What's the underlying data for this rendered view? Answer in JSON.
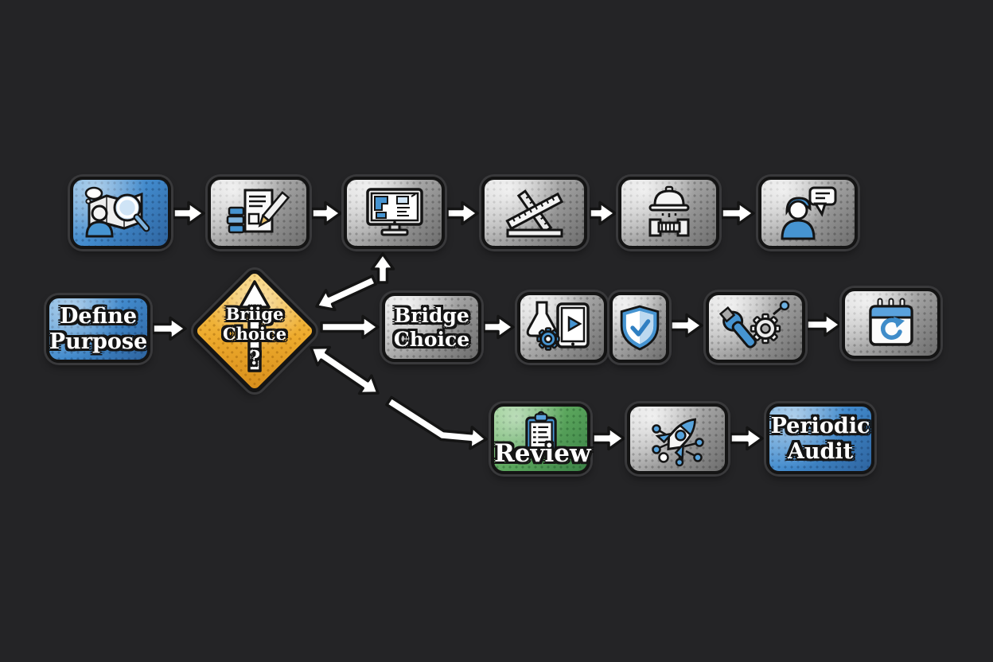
{
  "palette": {
    "background": "#242426",
    "blue": "#4694d1",
    "blue_dark": "#2e649f",
    "yellow": "#edaa2c",
    "green": "#5aa55c",
    "gray_light": "#e0e0e0",
    "gray_dark": "#6c6c6c",
    "outline": "#141414",
    "arrow_fill": "#ffffff"
  },
  "nodes": {
    "research": {
      "icon": "person-map-magnifier-icon",
      "variant": "blue"
    },
    "documentation": {
      "icon": "document-pencil-books-icon",
      "variant": "gray"
    },
    "cad_design": {
      "icon": "monitor-blueprint-icon",
      "variant": "gray"
    },
    "measurement": {
      "icon": "crossed-rulers-icon",
      "variant": "gray"
    },
    "construction": {
      "icon": "hard-hat-bridge-icon",
      "variant": "gray"
    },
    "consultation": {
      "icon": "person-speech-bubble-icon",
      "variant": "gray"
    },
    "define_purpose": {
      "label": [
        "Define",
        "Purpose"
      ],
      "variant": "blue"
    },
    "decision": {
      "label": [
        "Briige",
        "Choice"
      ],
      "question_mark": "?",
      "icon": "up-arrow-icon",
      "variant": "yellow"
    },
    "bridge_choice": {
      "label": [
        "Bridge",
        "Choice"
      ],
      "variant": "gray"
    },
    "testing": {
      "icon": "flask-gear-tablet-icon",
      "variant": "gray"
    },
    "safety_check": {
      "icon": "shield-check-icon",
      "variant": "gray"
    },
    "maintenance": {
      "icon": "wrench-gear-icon",
      "variant": "gray"
    },
    "recurring_schedule": {
      "icon": "calendar-refresh-icon",
      "variant": "gray"
    },
    "review": {
      "label": [
        "Review"
      ],
      "icon": "clipboard-checklist-icon",
      "variant": "green"
    },
    "launch": {
      "icon": "rocket-network-icon",
      "variant": "gray"
    },
    "periodic_audit": {
      "label": [
        "Periodic",
        "Audit"
      ],
      "variant": "blue"
    }
  },
  "edges": [
    {
      "from": "research",
      "to": "documentation"
    },
    {
      "from": "documentation",
      "to": "cad_design"
    },
    {
      "from": "cad_design",
      "to": "measurement"
    },
    {
      "from": "measurement",
      "to": "construction"
    },
    {
      "from": "construction",
      "to": "consultation"
    },
    {
      "from": "define_purpose",
      "to": "decision"
    },
    {
      "from": "decision",
      "to": "cad_design",
      "note": "upward branch, arrowheads at both ends"
    },
    {
      "from": "decision",
      "to": "bridge_choice"
    },
    {
      "from": "bridge_choice",
      "to": "testing"
    },
    {
      "from": "testing",
      "to": "safety_check",
      "note": "boxes adjacent, no arrow"
    },
    {
      "from": "safety_check",
      "to": "maintenance"
    },
    {
      "from": "maintenance",
      "to": "recurring_schedule"
    },
    {
      "from": "decision",
      "to": "review",
      "note": "downward branch, arrowheads at both ends"
    },
    {
      "from": "review",
      "to": "launch"
    },
    {
      "from": "launch",
      "to": "periodic_audit"
    }
  ]
}
